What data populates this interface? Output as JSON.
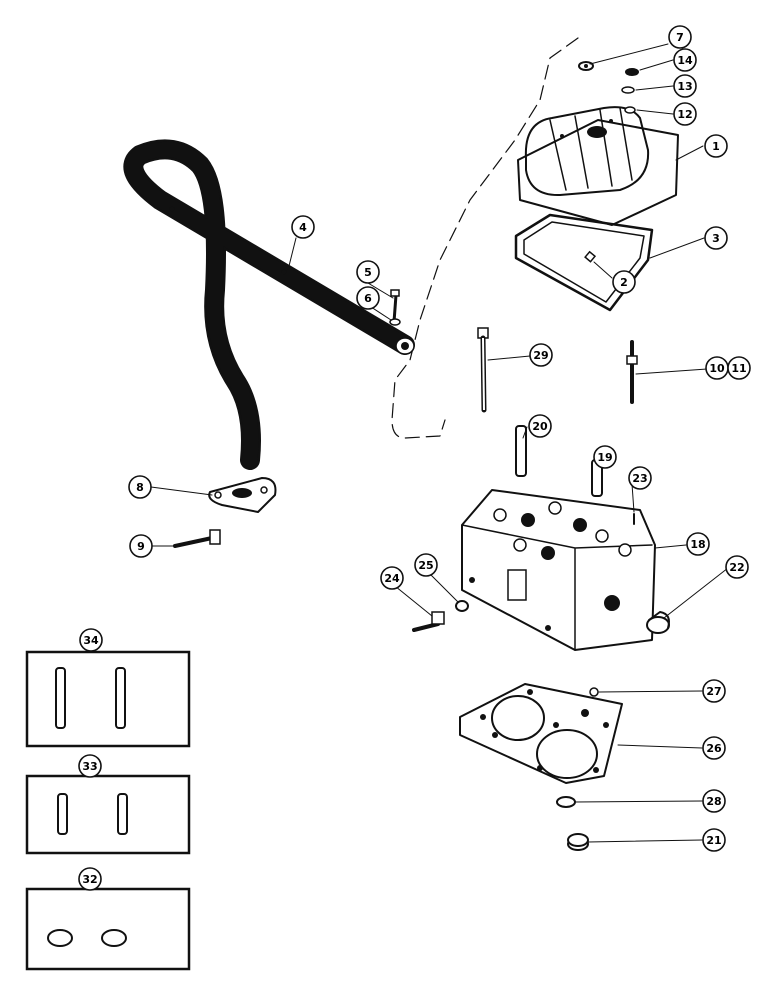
{
  "diagram": {
    "callouts": {
      "c1": "1",
      "c2": "2",
      "c3": "3",
      "c4": "4",
      "c5": "5",
      "c6": "6",
      "c7": "7",
      "c8": "8",
      "c9": "9",
      "c10": "10",
      "c11": "11",
      "c12": "12",
      "c13": "13",
      "c14": "14",
      "c18": "18",
      "c19": "19",
      "c20": "20",
      "c21": "21",
      "c22": "22",
      "c23": "23",
      "c24": "24",
      "c25": "25",
      "c26": "26",
      "c27": "27",
      "c28": "28",
      "c29": "29",
      "c32": "32",
      "c33": "33",
      "c34": "34"
    }
  }
}
